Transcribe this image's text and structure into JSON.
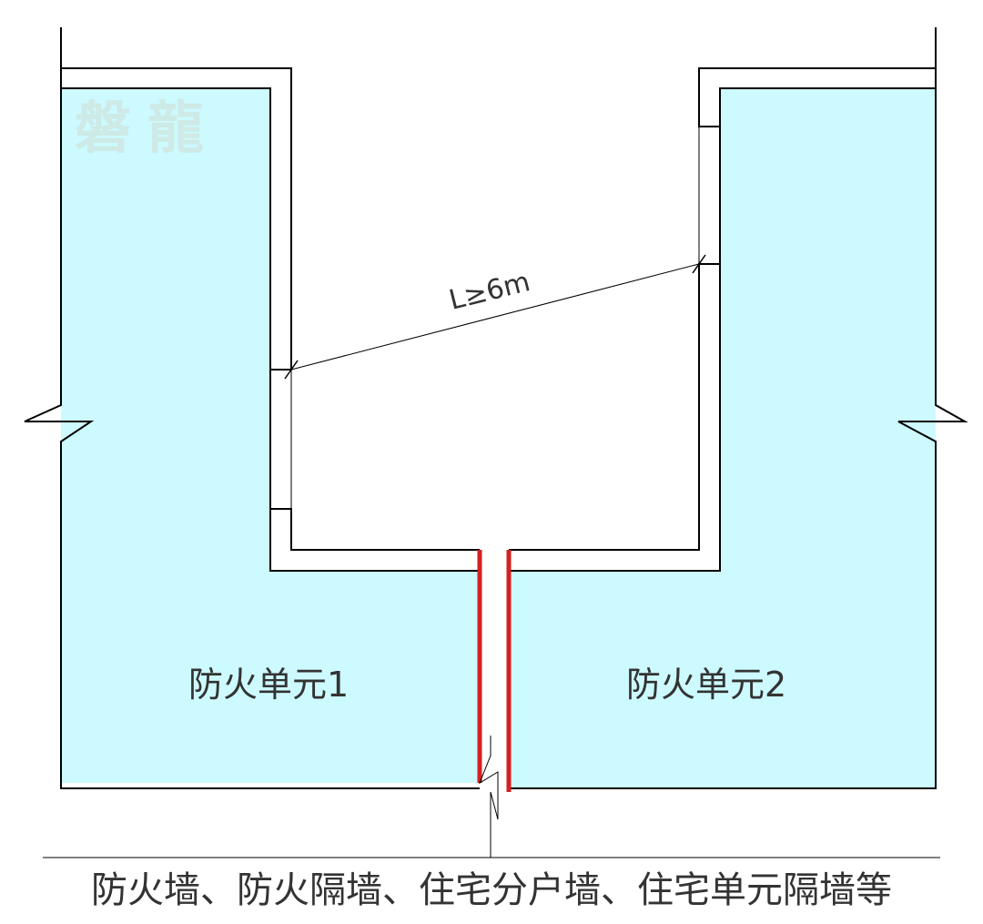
{
  "watermark": "磐龍",
  "units": {
    "unit1_label": "防火单元1",
    "unit2_label": "防火单元2"
  },
  "dimension": {
    "label": "L≥6m"
  },
  "caption": "防火墙、防火隔墙、住宅分户墙、住宅单元隔墙等",
  "colors": {
    "fill": "#ccfaff",
    "wall_line": "#000000",
    "fire_wall": "#d42020",
    "text": "#333333"
  }
}
